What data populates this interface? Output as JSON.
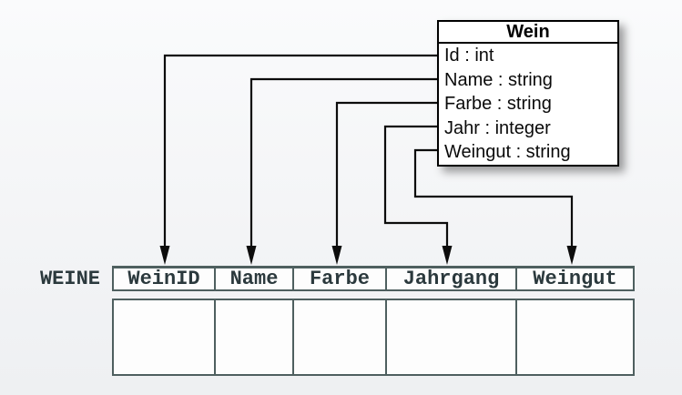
{
  "uml_class": {
    "title": "Wein",
    "attributes": [
      "Id : int",
      "Name : string",
      "Farbe : string",
      "Jahr : integer",
      "Weingut : string"
    ]
  },
  "db_table": {
    "label": "WEINE",
    "columns": [
      "WeinID",
      "Name",
      "Farbe",
      "Jahrgang",
      "Weingut"
    ]
  },
  "mappings": [
    {
      "from": "Id",
      "to": "WeinID"
    },
    {
      "from": "Name",
      "to": "Name"
    },
    {
      "from": "Farbe",
      "to": "Farbe"
    },
    {
      "from": "Jahr",
      "to": "Jahrgang"
    },
    {
      "from": "Weingut",
      "to": "Weingut"
    }
  ],
  "colors": {
    "connector_line": "#0c0c0c",
    "box_border": "#000000",
    "box_fill": "#ffffff",
    "table_border": "#4e5f5f",
    "table_text": "#2b393d",
    "background": "#f5f6f7"
  }
}
